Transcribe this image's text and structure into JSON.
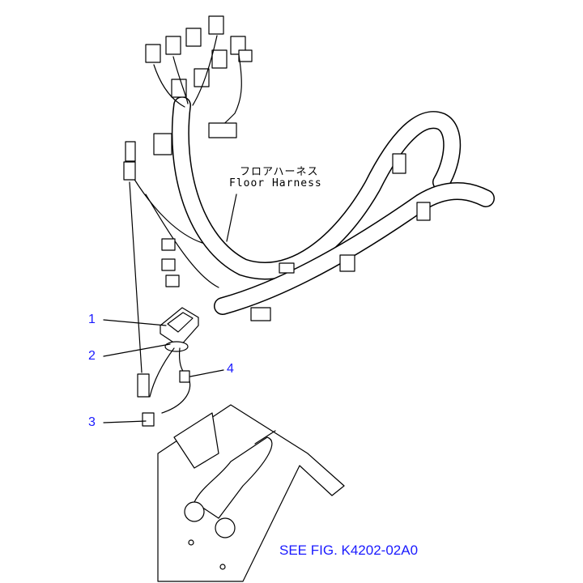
{
  "harness_label": {
    "jp": "フロアハーネス",
    "en": "Floor Harness"
  },
  "callouts": [
    {
      "number": "1"
    },
    {
      "number": "2"
    },
    {
      "number": "3"
    },
    {
      "number": "4"
    }
  ],
  "reference": "SEE FIG. K4202-02A0",
  "colors": {
    "callout": "#1a1aff",
    "line": "#000000"
  }
}
